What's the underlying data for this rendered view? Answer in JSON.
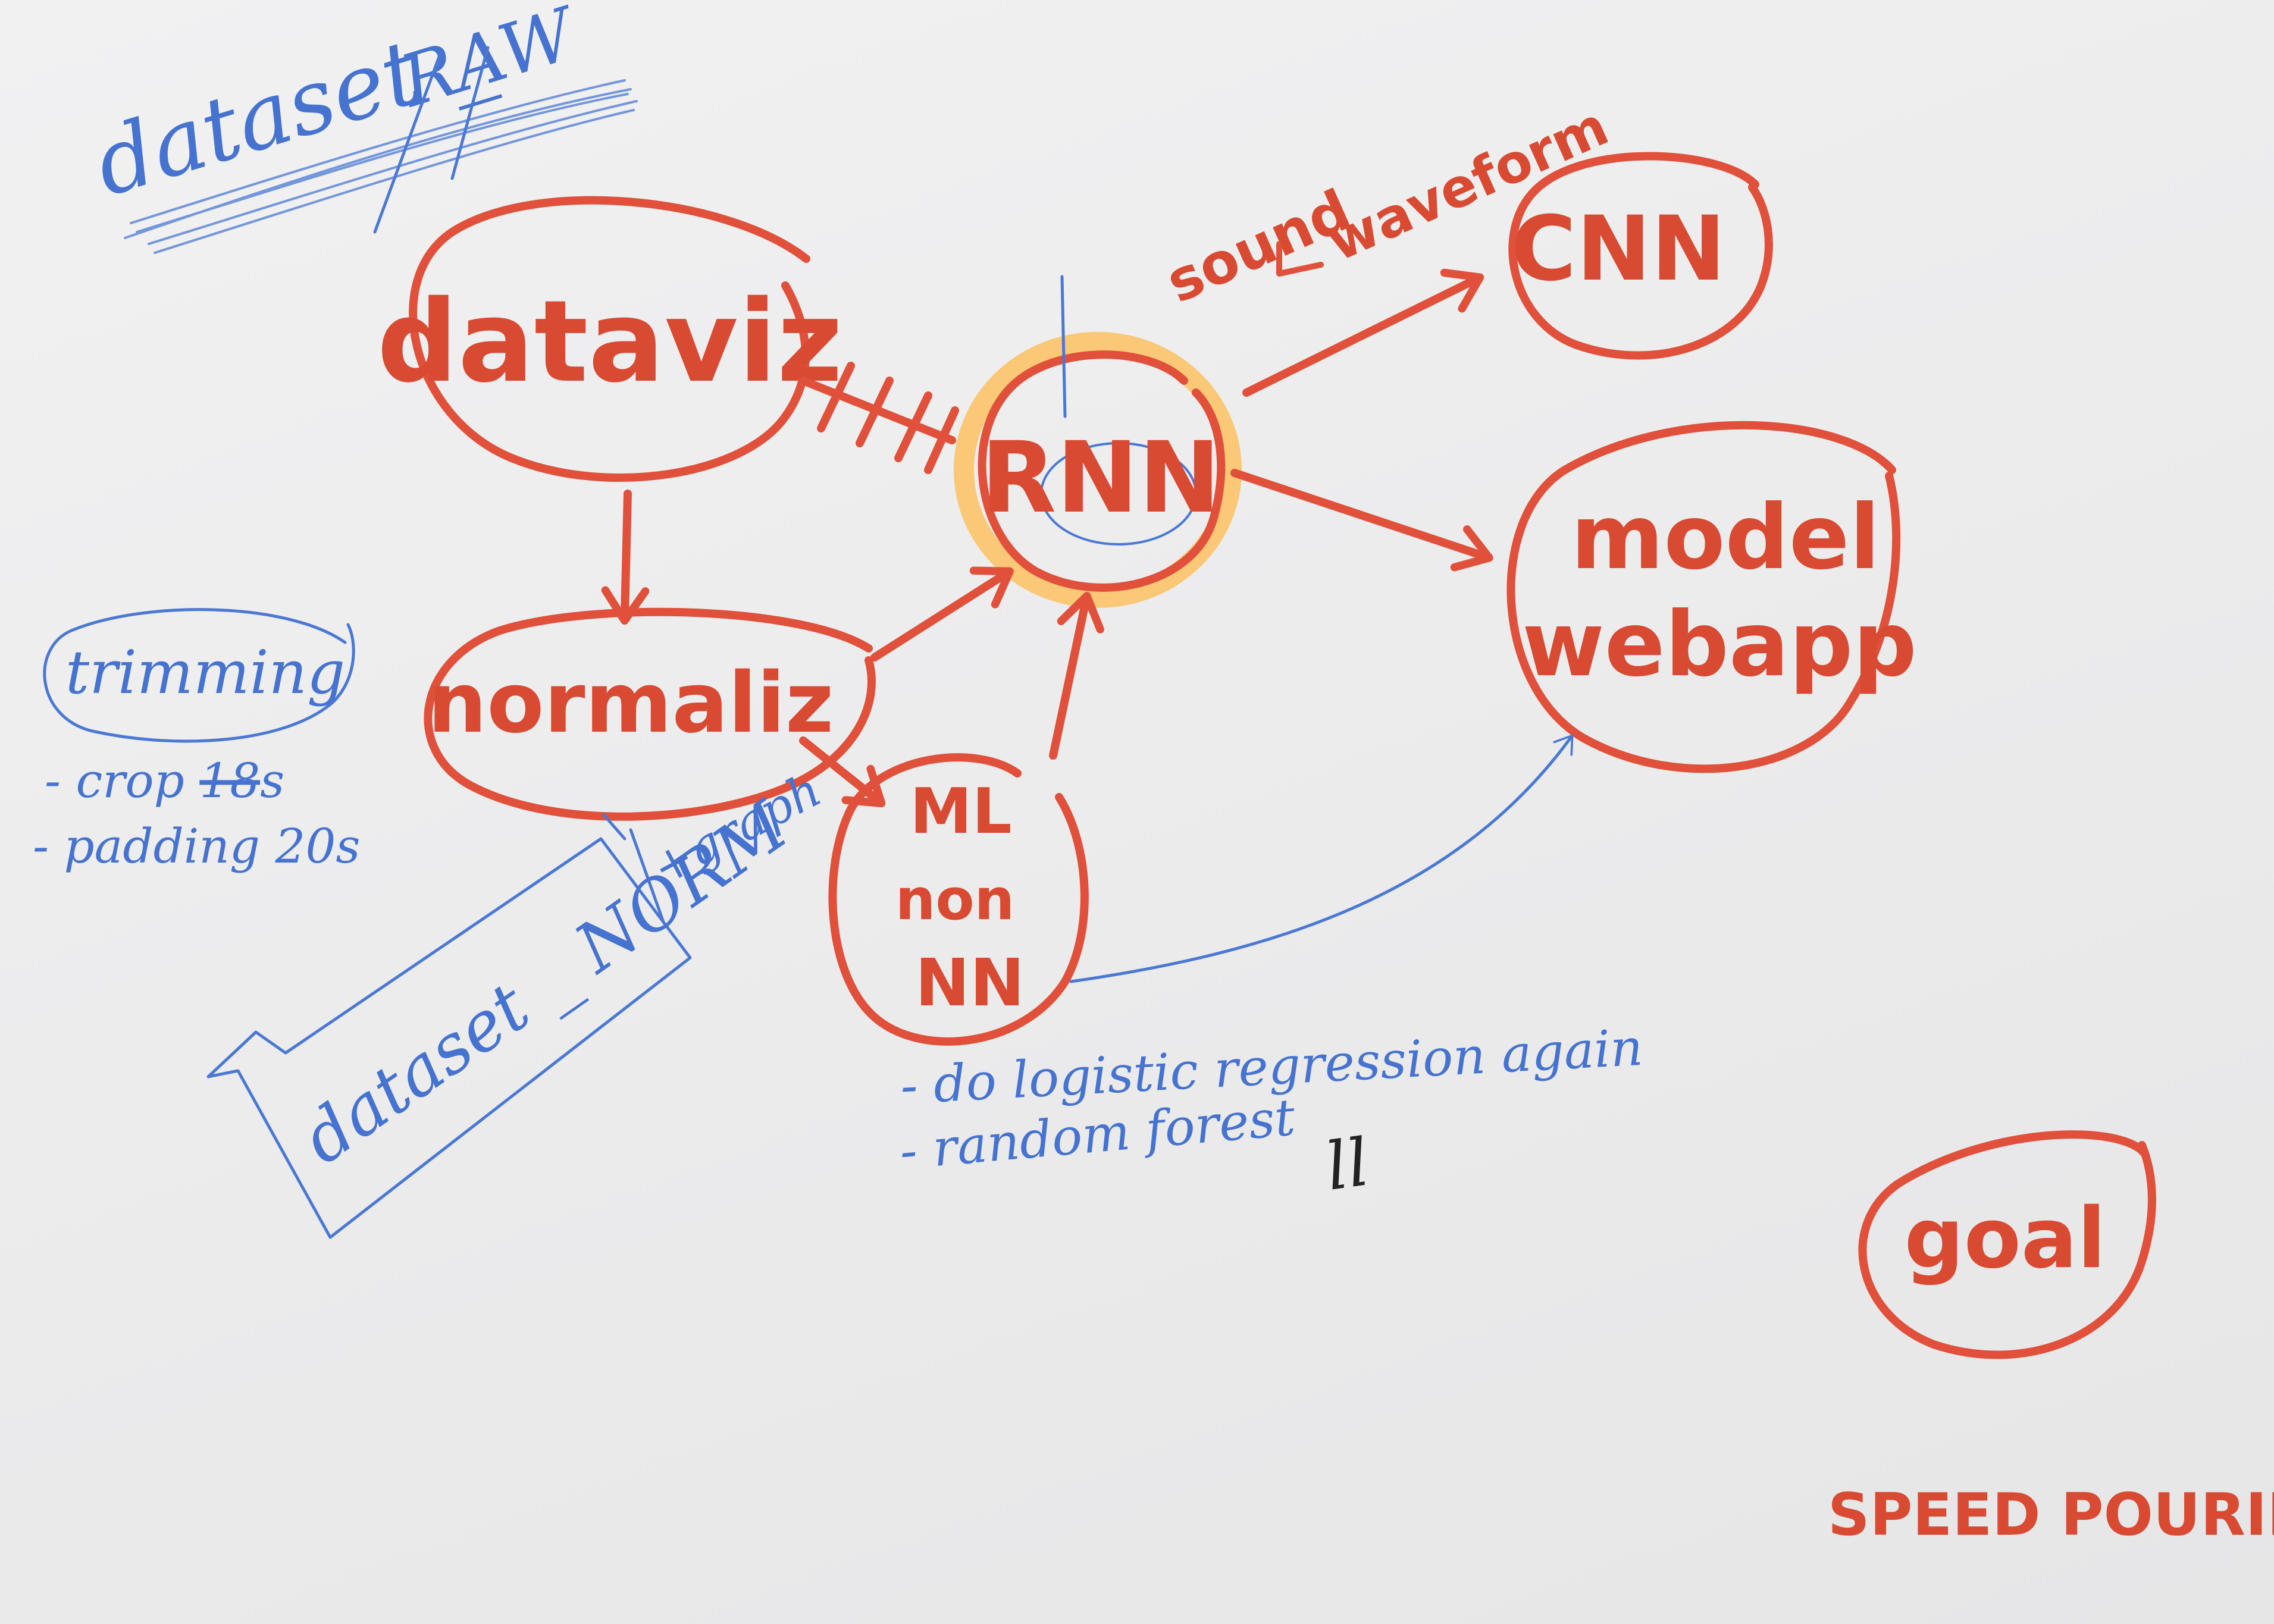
{
  "nodes": {
    "dataviz": "dataviz",
    "normalize": "normaliz",
    "rnn": "RNN",
    "cnn": "CNN",
    "model_line1": "model",
    "model_line2": "webapp",
    "ml_line1": "ML",
    "ml_line2": "non",
    "ml_line3": "NN",
    "goal": "goal",
    "trimming": "trimming"
  },
  "annotations": {
    "dataset_raw_prefix": "dataset _",
    "dataset_raw_suffix": "RAW",
    "sound_line1": "sound",
    "sound_line2": "waveform",
    "trim_item1_prefix": "- crop ",
    "trim_item1_crossed": "18",
    "trim_item1_suffix": "s",
    "trim_item2": "- padding 20s",
    "graph": "+graph",
    "dataset_norm": "dataset _ NORM",
    "ml_item1": "- do logistic regression again",
    "ml_item2": "- random forest",
    "signature": "ll",
    "speed_pouring": "SPEED POURING"
  },
  "colors": {
    "red_marker": "#e0503a",
    "blue_pencil": "#4a78d4",
    "highlight": "#fbc160",
    "paper": "#ececed"
  }
}
